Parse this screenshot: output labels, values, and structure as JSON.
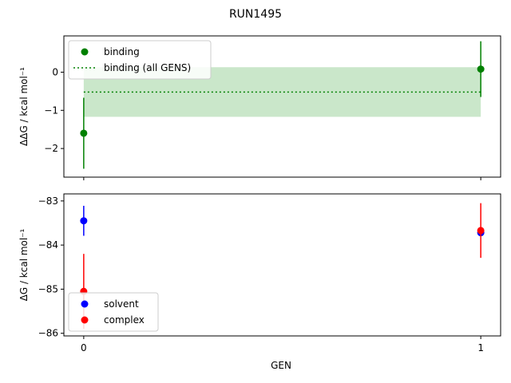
{
  "figure": {
    "title": "RUN1495",
    "xlabel": "GEN"
  },
  "colors": {
    "binding": "#008000",
    "band": "#2ca02c",
    "solvent": "#0000ff",
    "complex": "#ff0000",
    "axis": "#000000"
  },
  "chart_data": [
    {
      "type": "scatter",
      "ylabel": "ΔΔG / kcal mol⁻¹",
      "xlim": [
        -0.05,
        1.05
      ],
      "ylim": [
        -2.75,
        0.95
      ],
      "xticks": [
        0,
        1
      ],
      "xtick_labels": [
        "",
        ""
      ],
      "yticks": [
        -2,
        -1,
        0
      ],
      "ytick_labels": [
        "−2",
        "−1",
        "0"
      ],
      "series": [
        {
          "name": "binding",
          "kind": "errorbar",
          "color": "#008000",
          "x": [
            0,
            1
          ],
          "y": [
            -1.6,
            0.08
          ],
          "yerr": [
            0.93,
            0.73
          ]
        },
        {
          "name": "binding (all GENS)",
          "kind": "hline",
          "color": "#008000",
          "y": -0.52,
          "band": [
            -1.17,
            0.13
          ],
          "x_range": [
            0,
            1
          ]
        }
      ],
      "legend": {
        "position": "upper-left",
        "entries": [
          "binding",
          "binding (all GENS)"
        ]
      }
    },
    {
      "type": "scatter",
      "ylabel": "ΔG / kcal mol⁻¹",
      "xlim": [
        -0.05,
        1.05
      ],
      "ylim": [
        -86.06,
        -82.84
      ],
      "xticks": [
        0,
        1
      ],
      "xtick_labels": [
        "0",
        "1"
      ],
      "yticks": [
        -86,
        -85,
        -84,
        -83
      ],
      "ytick_labels": [
        "−86",
        "−85",
        "−84",
        "−83"
      ],
      "series": [
        {
          "name": "solvent",
          "kind": "errorbar",
          "color": "#0000ff",
          "x": [
            0,
            1
          ],
          "y": [
            -83.45,
            -83.72
          ],
          "yerr": [
            0.34,
            0.05
          ]
        },
        {
          "name": "complex",
          "kind": "errorbar",
          "color": "#ff0000",
          "x": [
            0,
            1
          ],
          "y": [
            -85.05,
            -83.67
          ],
          "yerr": [
            0.85,
            0.62
          ]
        }
      ],
      "legend": {
        "position": "lower-left",
        "entries": [
          "solvent",
          "complex"
        ]
      }
    }
  ]
}
